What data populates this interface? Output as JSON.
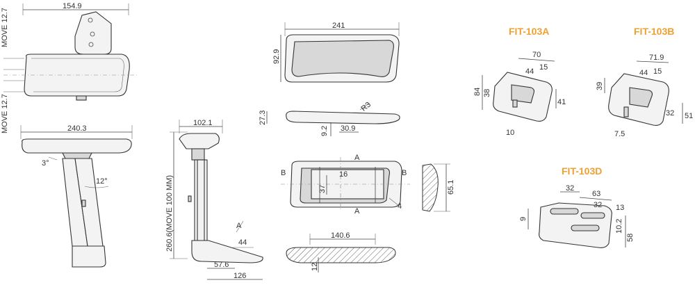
{
  "views": {
    "top_view": {
      "width": "154.9",
      "move_up": "MOVE 12.7",
      "move_down": "MOVE 12.7"
    },
    "side_view": {
      "width": "240.3",
      "tilt": "3°",
      "angle": "12°"
    },
    "front_view": {
      "width": "102.1",
      "height": "260.6(MOVE 100 MM)",
      "section": "A",
      "angle": "44",
      "offset": "57.6",
      "depth": "126"
    },
    "pad_top": {
      "length": "241",
      "width": "92.9"
    },
    "pad_side": {
      "height": "27.3",
      "radius": "R3",
      "thickness": "9.2",
      "span": "30.9"
    },
    "pad_section_bb": {
      "mark_a_top": "A",
      "mark_a_bottom": "A",
      "mark_b_left": "B",
      "mark_b_right": "B",
      "slot_len": "16",
      "slot_w": "37",
      "angle": "4"
    },
    "pad_section_aa": {
      "height": "65.1"
    },
    "pad_bottom": {
      "length": "140.6",
      "thickness": "12"
    }
  },
  "fittings": {
    "fit_a": {
      "title": "FIT-103A",
      "d70": "70",
      "d15": "15",
      "d44": "44",
      "d84": "84",
      "d38": "38",
      "d41": "41",
      "d10": "10"
    },
    "fit_b": {
      "title": "FIT-103B",
      "d719": "71.9",
      "d15": "15",
      "d44": "44",
      "d39": "39",
      "d32": "32",
      "d51": "51",
      "d75": "7.5"
    },
    "fit_d": {
      "title": "FIT-103D",
      "d32": "32",
      "d63": "63",
      "d32b": "32",
      "d13": "13",
      "d9": "9",
      "d102": "10.2",
      "d58": "58"
    }
  }
}
